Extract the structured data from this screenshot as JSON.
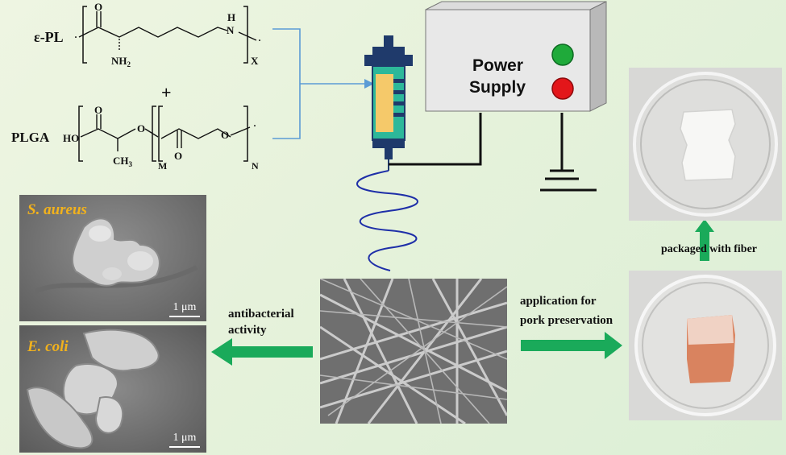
{
  "chemistry": {
    "epl_label": "ε-PL",
    "plus": "+",
    "plga_label": "PLGA",
    "epl_atoms": {
      "o": "O",
      "nh2": "NH",
      "nh2_sub": "2",
      "h": "H",
      "n": "N",
      "x": "X"
    },
    "plga_atoms": {
      "o_top": "O",
      "ho": "HO",
      "ch3": "CH",
      "ch3_sub": "3",
      "o_ether1": "O",
      "o_bottom": "O",
      "o_ether2": "O",
      "m": "M",
      "n": "N"
    }
  },
  "power_supply": {
    "line1": "Power",
    "line2": "Supply",
    "green_light": "#1faa3a",
    "red_light": "#e3161a"
  },
  "sem_images": [
    {
      "label": "S. aureus",
      "scale": "1 μm"
    },
    {
      "label": "E. coli",
      "scale": "1 μm"
    }
  ],
  "arrows": {
    "antibacterial": {
      "line1": "antibacterial",
      "line2": "activity"
    },
    "application": {
      "line1": "application for",
      "line2": "pork preservation"
    },
    "packaged": "packaged with fiber"
  },
  "colors": {
    "arrow_green": "#1aaa5a",
    "connector_blue": "#5b9bd5",
    "jet_blue": "#1e2fa8",
    "syringe_teal": "#2db89a",
    "syringe_fill": "#f5c96a",
    "syringe_dark": "#1f3a6b"
  }
}
